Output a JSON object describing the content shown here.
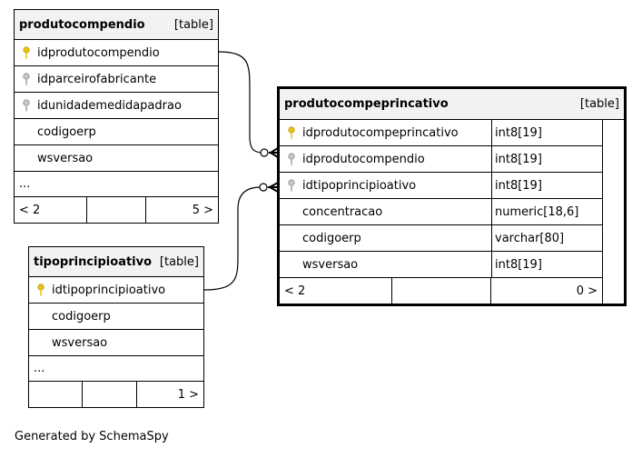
{
  "tables": {
    "produtocompendio": {
      "name": "produtocompendio",
      "tag": "[table]",
      "columns": [
        {
          "name": "idprodutocompendio",
          "key": "primary"
        },
        {
          "name": "idparceirofabricante",
          "key": "foreign"
        },
        {
          "name": "idunidademedidapadrao",
          "key": "foreign"
        },
        {
          "name": "codigoerp",
          "key": "none"
        },
        {
          "name": "wsversao",
          "key": "none"
        }
      ],
      "ellipsis": "...",
      "footer": {
        "parents": "< 2",
        "middle": "",
        "children": "5 >"
      }
    },
    "tipoprincipioativo": {
      "name": "tipoprincipioativo",
      "tag": "[table]",
      "columns": [
        {
          "name": "idtipoprincipioativo",
          "key": "primary"
        },
        {
          "name": "codigoerp",
          "key": "none"
        },
        {
          "name": "wsversao",
          "key": "none"
        }
      ],
      "ellipsis": "...",
      "footer": {
        "parents": "",
        "middle": "",
        "children": "1 >"
      }
    },
    "produtocompeprincativo": {
      "name": "produtocompeprincativo",
      "tag": "[table]",
      "columns": [
        {
          "name": "idprodutocompeprincativo",
          "type": "int8[19]",
          "key": "primary"
        },
        {
          "name": "idprodutocompendio",
          "type": "int8[19]",
          "key": "foreign"
        },
        {
          "name": "idtipoprincipioativo",
          "type": "int8[19]",
          "key": "foreign"
        },
        {
          "name": "concentracao",
          "type": "numeric[18,6]",
          "key": "none"
        },
        {
          "name": "codigoerp",
          "type": "varchar[80]",
          "key": "none"
        },
        {
          "name": "wsversao",
          "type": "int8[19]",
          "key": "none"
        }
      ],
      "footer": {
        "parents": "< 2",
        "middle": "",
        "children": "0 >"
      }
    }
  },
  "relationships": [
    {
      "from": "produtocompendio.idprodutocompendio",
      "to": "produtocompeprincativo.idprodutocompendio"
    },
    {
      "from": "tipoprincipioativo.idtipoprincipioativo",
      "to": "produtocompeprincativo.idtipoprincipioativo"
    }
  ],
  "colors": {
    "primary_key": "#e8c21a",
    "foreign_key": "#a6a6a6",
    "header_bg": "#f2f2f2"
  },
  "generated_by": "Generated by SchemaSpy"
}
